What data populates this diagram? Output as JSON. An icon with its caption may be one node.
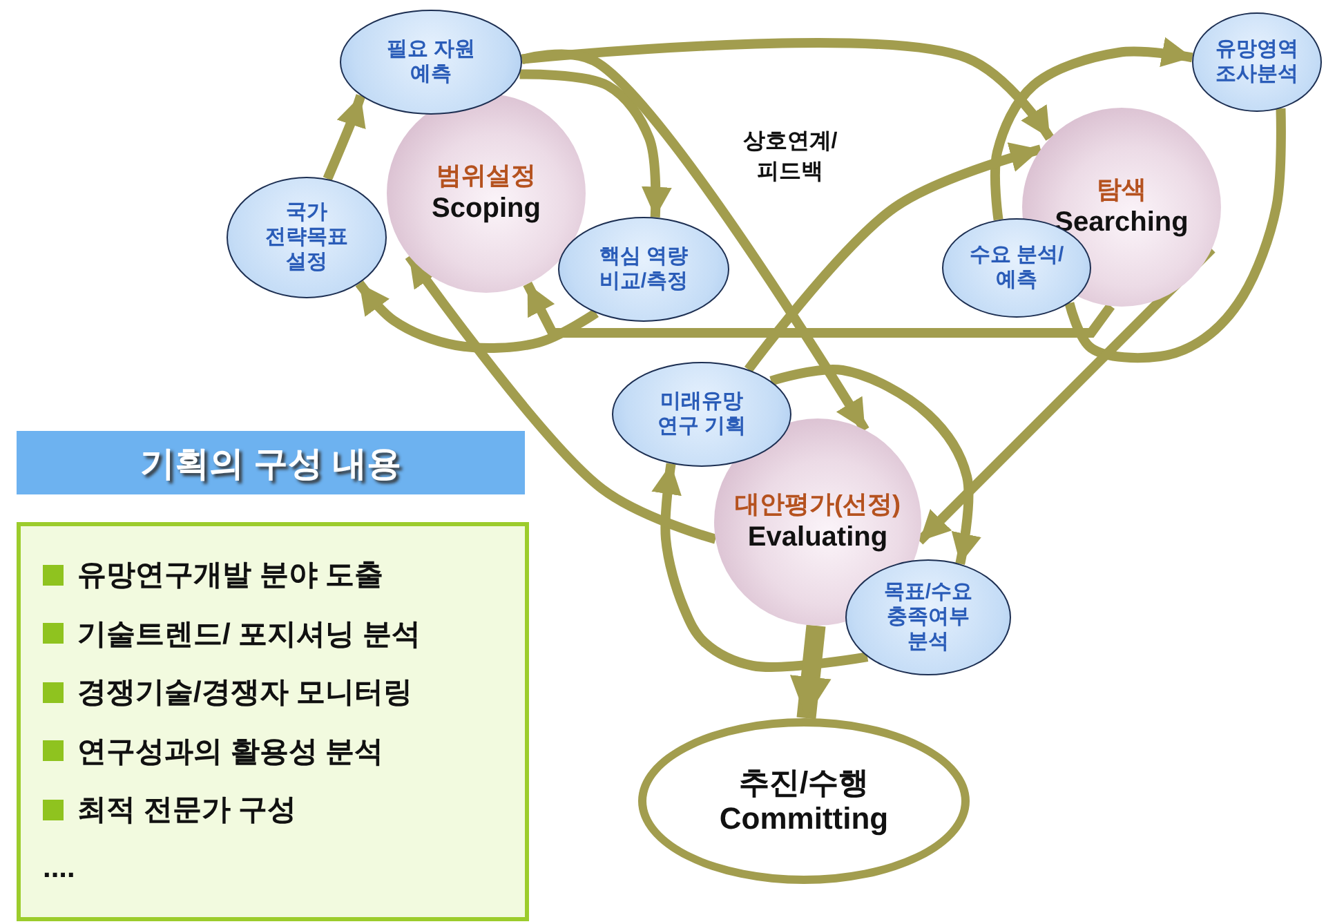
{
  "diagram": {
    "nodes": [
      {
        "text": [
          "범위설정",
          "Scoping"
        ]
      },
      {
        "text": [
          "필요 자원 예측"
        ]
      },
      {
        "text": [
          "국가 전략목표 설정"
        ]
      },
      {
        "text": [
          "핵심 역량 비교/측정"
        ]
      },
      {
        "text": [
          "탐색",
          "Searching"
        ]
      },
      {
        "text": [
          "유망영역 조사분석"
        ]
      },
      {
        "text": [
          "수요 분석/예측"
        ]
      },
      {
        "text": [
          "대안평가(선정)",
          "Evaluating"
        ]
      },
      {
        "text": [
          "미래유망 연구 기획"
        ]
      },
      {
        "text": [
          "목표/수요 충족여부 분석"
        ]
      },
      {
        "text": [
          "추진/수행",
          "Committing"
        ]
      },
      {
        "text": [
          "기획의 구성 내용"
        ]
      },
      {
        "text": [
          "유망연구개발 분야 도출",
          "기술트렌드/ 포지셔닝 분석",
          "경쟁기술/경쟁자 모니터링",
          "연구성과의 활용성 분석",
          "최적 전문가 구성",
          "...."
        ]
      }
    ],
    "edges": [
      {
        "from": 2,
        "to": 1,
        "arrow": "to"
      },
      {
        "from": 1,
        "to": 3,
        "arrow": "to"
      },
      {
        "from": 3,
        "to": 2,
        "arrow": "to"
      },
      {
        "from": 6,
        "to": 5,
        "arrow": "to"
      },
      {
        "from": 5,
        "to": 6,
        "arrow": "none"
      },
      {
        "from": 8,
        "to": 9,
        "arrow": "to"
      },
      {
        "from": 9,
        "to": 8,
        "arrow": "to"
      },
      {
        "from": 1,
        "to": 4,
        "arrow": "to"
      },
      {
        "from": 1,
        "to": 7,
        "arrow": "to"
      },
      {
        "from": 8,
        "to": 4,
        "arrow": "to"
      },
      {
        "from": 4,
        "to": 0,
        "arrow": "to"
      },
      {
        "from": 4,
        "to": 7,
        "arrow": "to"
      },
      {
        "from": 7,
        "to": 0,
        "arrow": "to"
      },
      {
        "from": 7,
        "to": 10,
        "arrow": "to",
        "style": "thick"
      }
    ],
    "labels": [
      "상호연계/ 피드백"
    ]
  }
}
